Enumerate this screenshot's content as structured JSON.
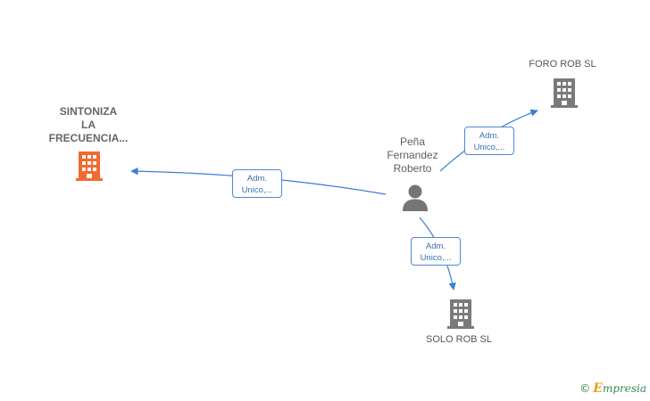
{
  "nodes": {
    "main_company": {
      "lines": [
        "SINTONIZA",
        "LA",
        "FRECUENCIA..."
      ],
      "color": "#f26a30"
    },
    "person": {
      "lines": [
        "Peña",
        "Fernandez",
        "Roberto"
      ],
      "color": "#757575"
    },
    "foro": {
      "label": "FORO ROB  SL",
      "color": "#7a7a7a"
    },
    "solo": {
      "label": "SOLO ROB  SL",
      "color": "#7a7a7a"
    }
  },
  "edges": {
    "to_main": {
      "line1": "Adm.",
      "line2": "Unico,..."
    },
    "to_foro": {
      "line1": "Adm.",
      "line2": "Unico,..."
    },
    "to_solo": {
      "line1": "Adm.",
      "line2": "Unico,..."
    }
  },
  "edge_color": "#3b7dd8",
  "watermark": {
    "symbol": "©",
    "brand_initial": "E",
    "brand_rest": "mpresia"
  }
}
